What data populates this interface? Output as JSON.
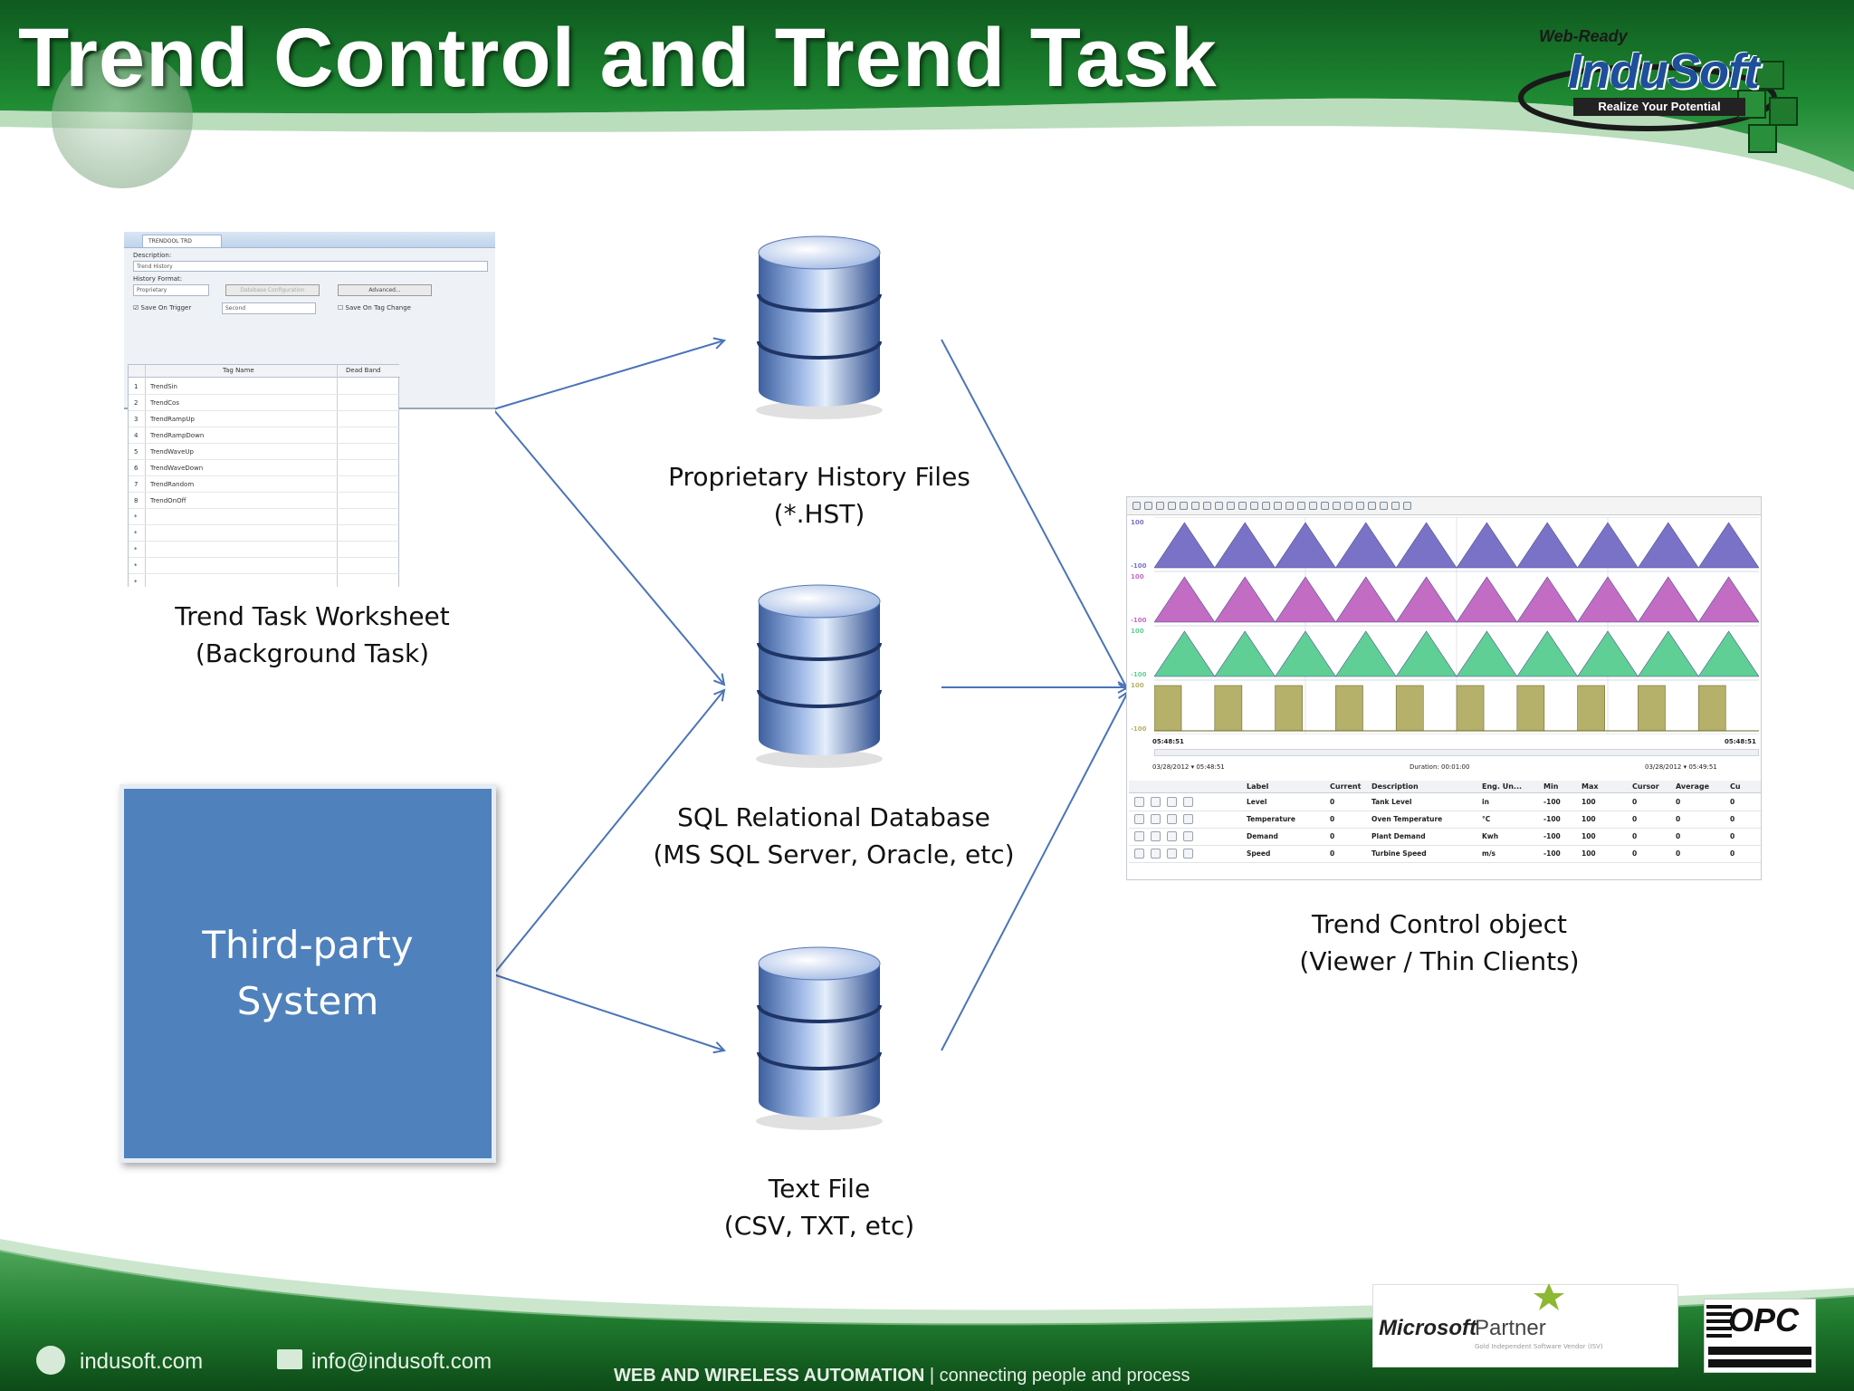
{
  "header": {
    "title": "Trend Control and Trend Task",
    "logo": {
      "tagline": "Web-Ready",
      "name": "InduSoft",
      "slogan": "Realize Your Potential"
    }
  },
  "worksheet": {
    "tab": "TRENDOOL TRD",
    "description_label": "Description:",
    "description_value": "Trend History",
    "history_format_label": "History Format:",
    "format_value": "Proprietary",
    "db_config_button": "Database Configuration",
    "advanced_button": "Advanced...",
    "save_on_trigger": "Save On Trigger",
    "trigger_value": "Second",
    "save_on_tag_change": "Save On Tag Change",
    "col_tag_name": "Tag Name",
    "col_dead_band": "Dead Band",
    "rows": [
      {
        "num": "1",
        "tag": "TrendSin"
      },
      {
        "num": "2",
        "tag": "TrendCos"
      },
      {
        "num": "3",
        "tag": "TrendRampUp"
      },
      {
        "num": "4",
        "tag": "TrendRampDown"
      },
      {
        "num": "5",
        "tag": "TrendWaveUp"
      },
      {
        "num": "6",
        "tag": "TrendWaveDown"
      },
      {
        "num": "7",
        "tag": "TrendRandom"
      },
      {
        "num": "8",
        "tag": "TrendOnOff"
      },
      {
        "num": "*",
        "tag": ""
      },
      {
        "num": "*",
        "tag": ""
      },
      {
        "num": "*",
        "tag": ""
      },
      {
        "num": "*",
        "tag": ""
      },
      {
        "num": "*",
        "tag": ""
      }
    ],
    "caption_line1": "Trend Task Worksheet",
    "caption_line2": "(Background Task)"
  },
  "third_party": {
    "label": "Third-party\nSystem"
  },
  "storage": [
    {
      "line1": "Proprietary History Files",
      "line2": "(*.HST)"
    },
    {
      "line1": "SQL Relational Database",
      "line2": "(MS SQL Server, Oracle, etc)"
    },
    {
      "line1": "Text File",
      "line2": "(CSV, TXT, etc)"
    }
  ],
  "trend_control": {
    "caption_line1": "Trend Control object",
    "caption_line2": "(Viewer / Thin Clients)",
    "y_labels": [
      "100",
      "-100",
      "100",
      "-100",
      "100",
      "-100",
      "100",
      "-100"
    ],
    "series_colors": [
      "#7a72c6",
      "#c26cc4",
      "#5fcf95",
      "#b5b06a"
    ],
    "time_start": "05:48:51",
    "time_end": "05:48:51",
    "date_start": "03/28/2012",
    "date_end": "03/28/2012",
    "duration_label": "Duration:",
    "duration_value": "00:01:00",
    "table_headers": [
      "Label",
      "Current",
      "Description",
      "Eng. Un...",
      "Min",
      "Max",
      "Cursor",
      "Average",
      "Cu"
    ],
    "table_rows": [
      [
        "Level",
        "0",
        "Tank Level",
        "in",
        "-100",
        "100",
        "0",
        "0",
        "0"
      ],
      [
        "Temperature",
        "0",
        "Oven Temperature",
        "°C",
        "-100",
        "100",
        "0",
        "0",
        "0"
      ],
      [
        "Demand",
        "0",
        "Plant Demand",
        "Kwh",
        "-100",
        "100",
        "0",
        "0",
        "0"
      ],
      [
        "Speed",
        "0",
        "Turbine Speed",
        "m/s",
        "-100",
        "100",
        "0",
        "0",
        "0"
      ]
    ]
  },
  "footer": {
    "website": "indusoft.com",
    "email": "info@indusoft.com",
    "tagline_bold": "WEB AND WIRELESS AUTOMATION",
    "tagline_rest": " | connecting people and process",
    "ms_name": "Microsoft",
    "ms_partner": "Partner",
    "ms_sub": "Gold Independent Software Vendor (ISV)",
    "opc": "OPC"
  },
  "colors": {
    "header_green": "#1c7a2e",
    "accent_blue": "#4f81bd",
    "arrow_blue": "#4a74b8"
  }
}
